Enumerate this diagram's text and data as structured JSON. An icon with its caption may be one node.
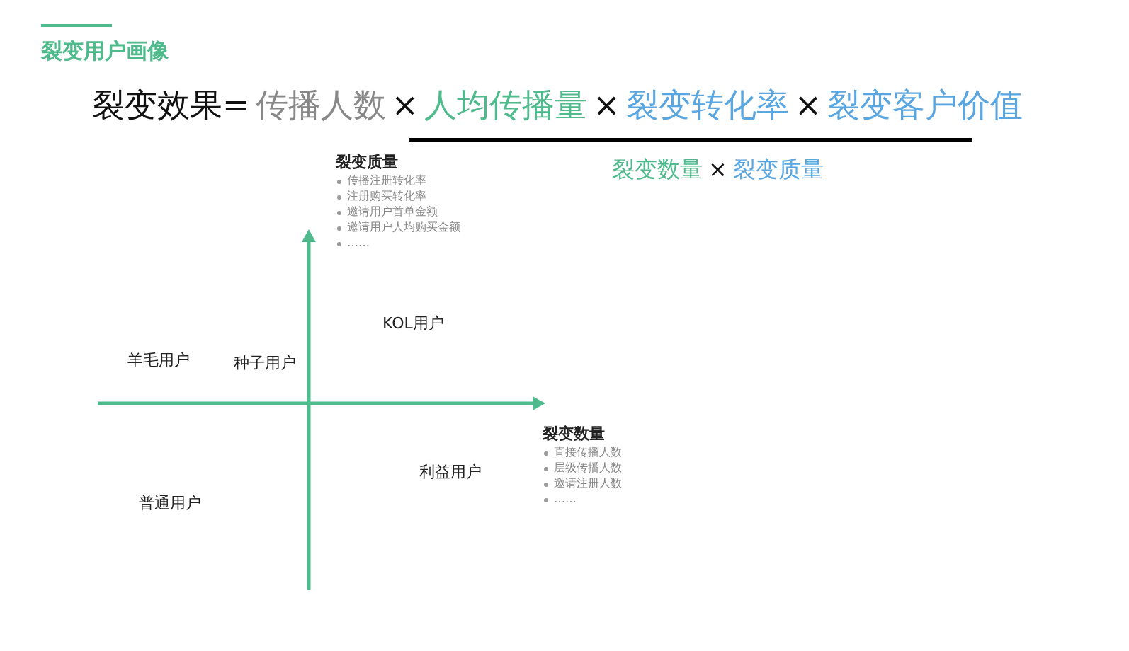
{
  "diagram": {
    "title": "裂变用户画像",
    "labels": [
      "裂变效果=",
      "传播人数",
      "×",
      "人均传播量",
      "×",
      "裂变转化率",
      "×",
      "裂变客户价值",
      "裂变数量",
      "×",
      "裂变质量",
      "裂变质量",
      "传播注册转化率",
      "注册购买转化率",
      "邀请用户首单金额",
      "邀请用户人均购买金额",
      "……",
      "KOL用户",
      "羊毛用户",
      "种子用户",
      "裂变数量",
      "直接传播人数",
      "层级传播人数",
      "邀请注册人数",
      "……",
      "利益用户",
      "普通用户"
    ]
  }
}
